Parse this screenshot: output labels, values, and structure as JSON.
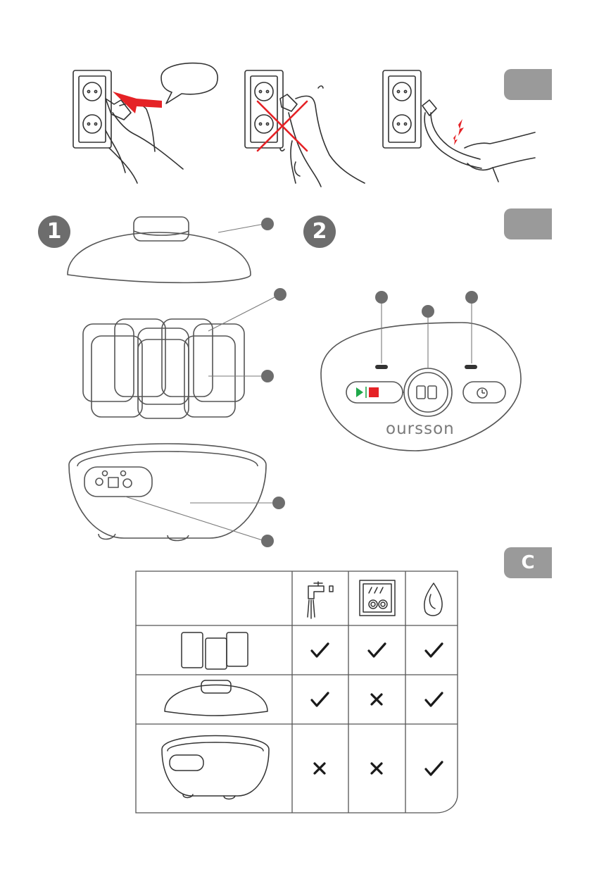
{
  "tabs": {
    "a": "",
    "b": "",
    "c": "C"
  },
  "steps": {
    "one": "1",
    "two": "2"
  },
  "panel": {
    "brand": "oursson"
  },
  "care_table": {
    "columns": [
      "tap-water-icon",
      "dishwasher-icon",
      "cloth-icon"
    ],
    "rows": [
      {
        "item": "cups-icon",
        "marks": [
          "check",
          "check",
          "check"
        ]
      },
      {
        "item": "lid-icon",
        "marks": [
          "check",
          "cross",
          "check"
        ]
      },
      {
        "item": "base-icon",
        "marks": [
          "cross",
          "cross",
          "check"
        ]
      }
    ]
  },
  "colors": {
    "accent_red": "#e52226",
    "accent_green": "#1fa84a",
    "gray": "#9a9a9a"
  }
}
